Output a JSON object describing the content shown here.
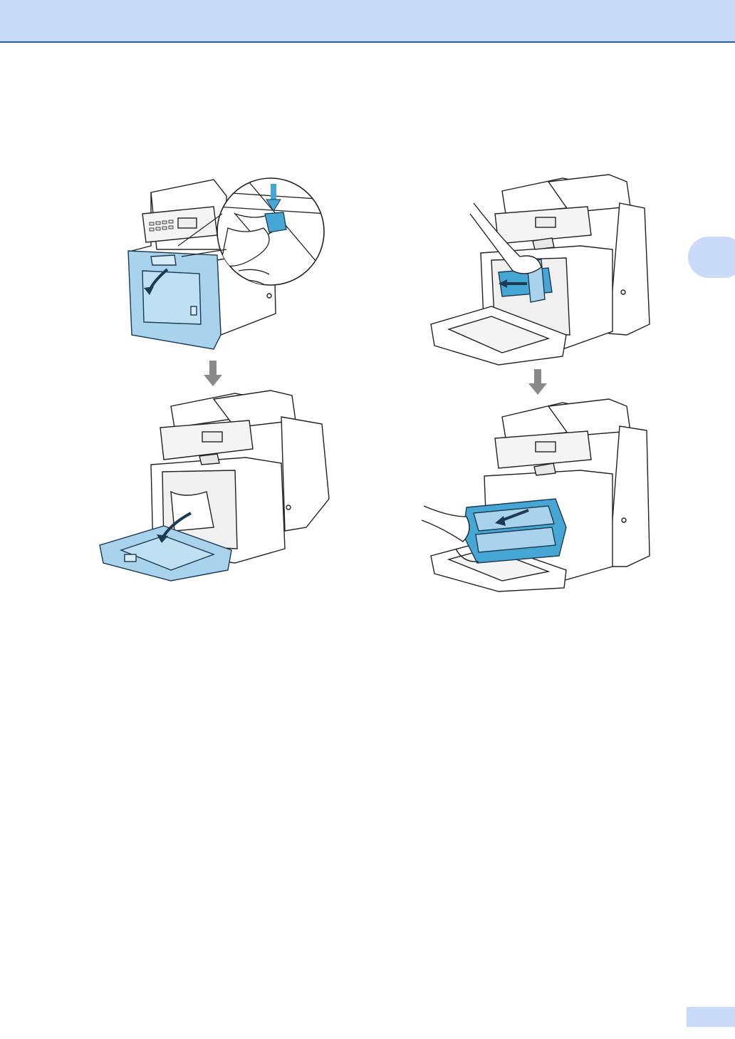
{
  "chapter": {
    "number": ""
  },
  "footer": {
    "page_number": ""
  },
  "colors": {
    "header_band": "#c9dbf9",
    "header_rule": "#1f5fa8",
    "highlight_part": "#a9d3ec",
    "highlight_dark": "#46a6d4",
    "arrow_gray": "#8a8a8a"
  },
  "steps": [
    {
      "name": "press-front-cover-release",
      "highlight": "front-cover"
    },
    {
      "name": "open-front-cover",
      "highlight": "front-cover"
    },
    {
      "name": "release-drum-lock-lever",
      "highlight": "lock-lever"
    },
    {
      "name": "pull-out-drum-unit",
      "highlight": "drum-unit"
    }
  ]
}
